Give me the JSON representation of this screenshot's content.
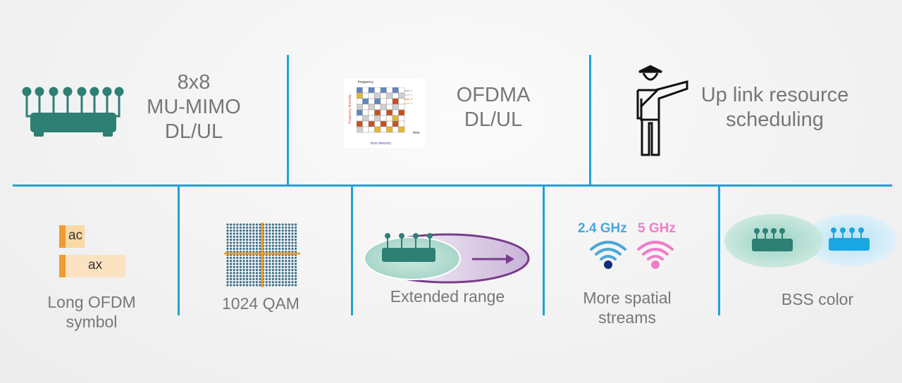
{
  "top": [
    {
      "lines": [
        "8x8",
        "MU-MIMO",
        "DL/UL"
      ],
      "icon": "router-8-antenna-icon"
    },
    {
      "lines": [
        "OFDMA",
        "DL/UL"
      ],
      "icon": "ofdma-grid-icon",
      "mini_chart": {
        "ylabel": "frequency",
        "xlabel": "time",
        "y_arrow": "frequency diversity",
        "x_arrow": "time diversity",
        "legend": [
          "user 1",
          "user 2",
          "user 3",
          "user 4"
        ]
      }
    },
    {
      "lines": [
        "Up link resource",
        "scheduling"
      ],
      "icon": "traffic-officer-icon"
    }
  ],
  "bottom": [
    {
      "lines": [
        "Long OFDM",
        "symbol"
      ],
      "tags": [
        "ac",
        "ax"
      ]
    },
    {
      "lines": [
        "1024 QAM"
      ]
    },
    {
      "lines": [
        "Extended range"
      ]
    },
    {
      "lines": [
        "More spatial",
        "streams"
      ],
      "bands": [
        "2.4 GHz",
        "5 GHz"
      ]
    },
    {
      "lines": [
        "BSS color"
      ]
    }
  ],
  "colors": {
    "line": "#1ea3d6",
    "teal": "#2e7f74",
    "blue": "#1aa6e0",
    "pink": "#f07cc8",
    "orange": "#f0a030"
  }
}
